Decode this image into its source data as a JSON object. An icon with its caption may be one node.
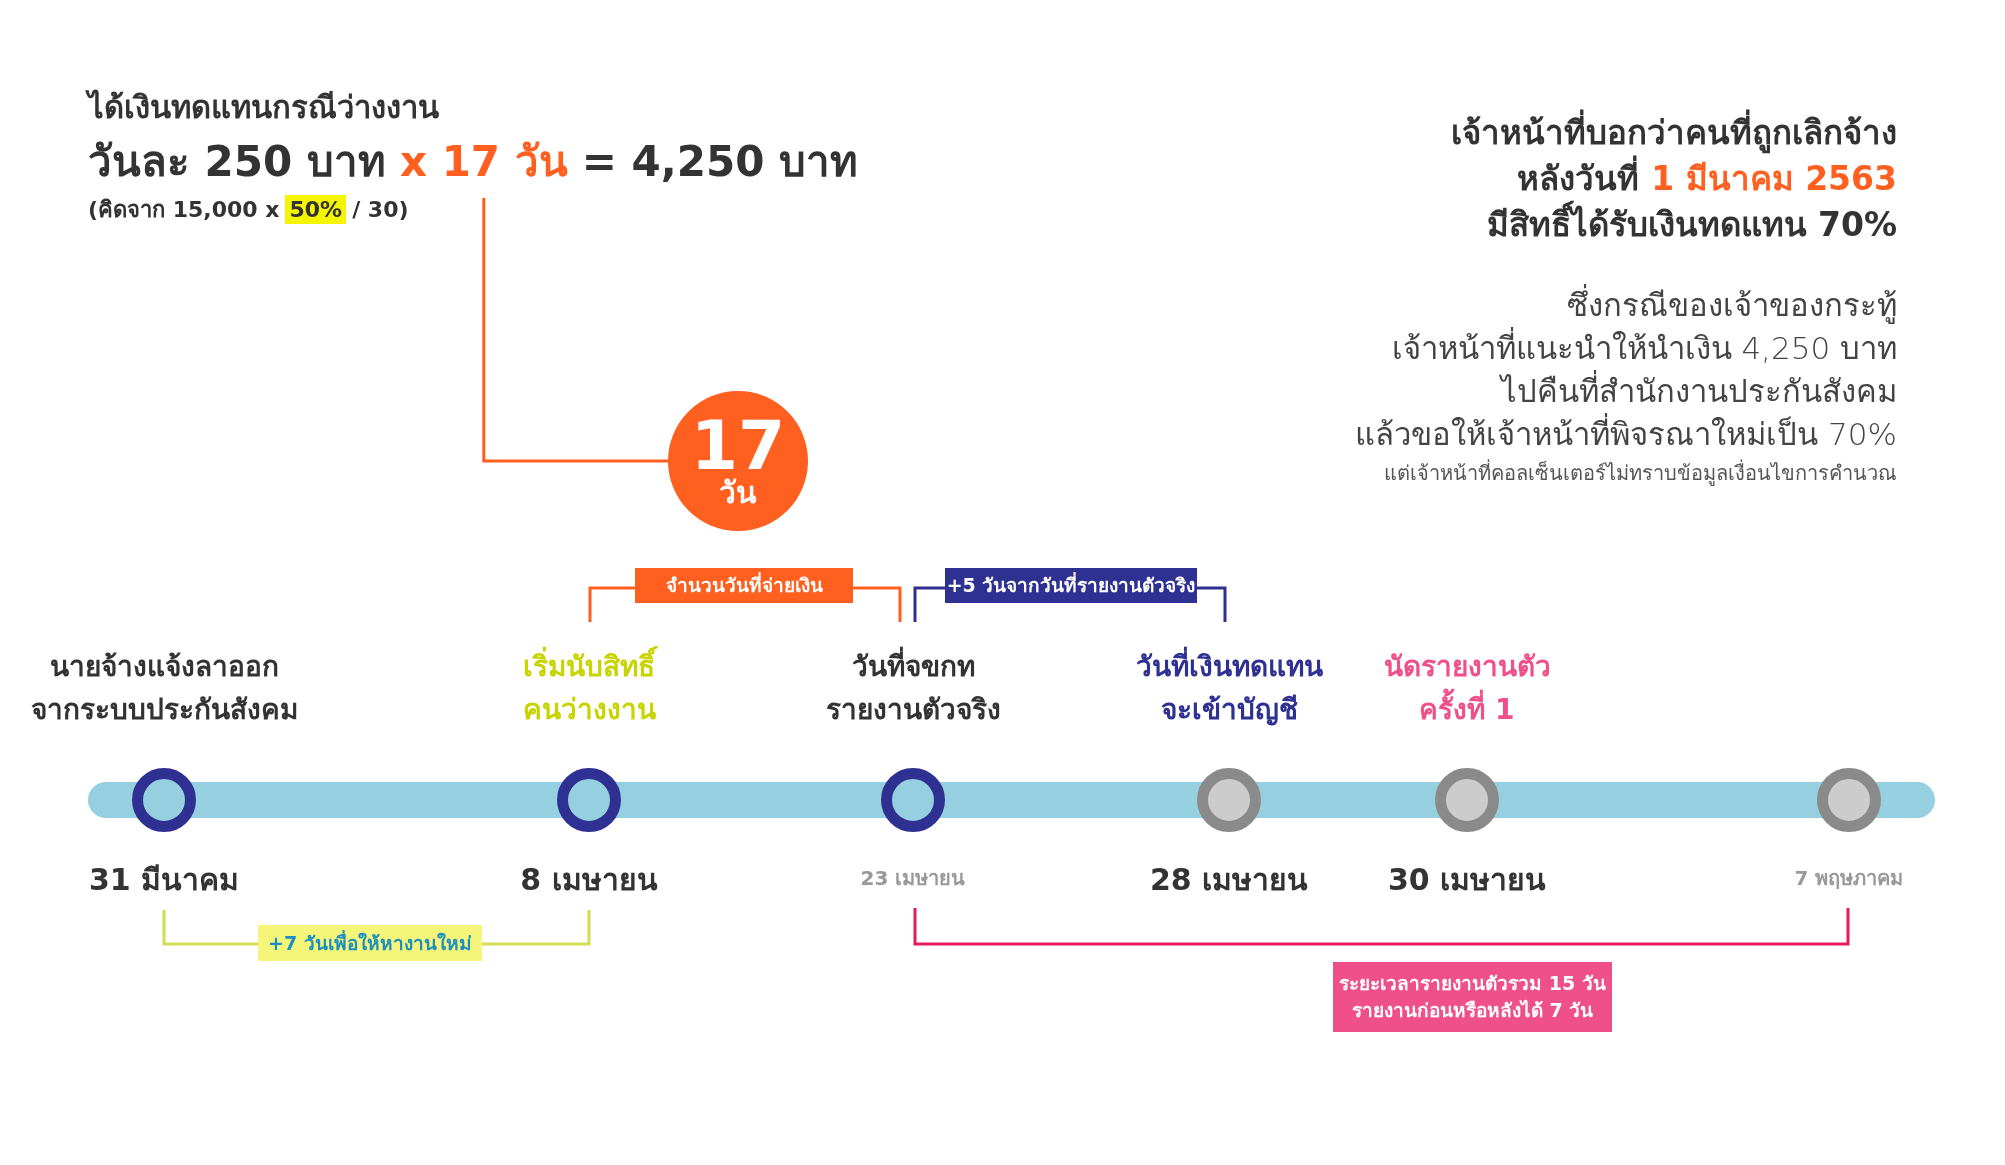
{
  "diagram": {
    "nodes": [
      {
        "text": [
          "x 17 วัน"
        ]
      },
      {
        "text": [
          "17",
          "วัน"
        ]
      },
      {
        "text": [],
        "shape": "circle",
        "beside": [
          "นายจ้างแจ้งลาออก จากระบบประกันสังคม",
          "31 มีนาคม"
        ]
      },
      {
        "text": [],
        "shape": "circle",
        "beside": [
          "เริ่มนับสิทธิ์ คนว่างงาน",
          "8 เมษายน"
        ]
      },
      {
        "text": [],
        "shape": "circle",
        "beside": [
          "วันที่จขกท รายงานตัวจริง",
          "23 เมษายน"
        ]
      },
      {
        "text": [],
        "shape": "circle",
        "beside": [
          "วันที่เงินทดแทน จะเข้าบัญชี",
          "28 เมษายน"
        ]
      },
      {
        "text": [],
        "shape": "circle",
        "beside": [
          "นัดรายงานตัว ครั้งที่ 1",
          "30 เมษายน"
        ]
      },
      {
        "text": [],
        "shape": "circle",
        "beside": [
          "7 พฤษภาคม"
        ]
      },
      {
        "text": [
          "จำนวนวันที่จ่ายเงิน"
        ]
      },
      {
        "text": [
          "+5 วันจากวันที่รายงานตัวจริง"
        ]
      },
      {
        "text": [
          "+7 วันเพื่อให้หางานใหม่"
        ]
      },
      {
        "text": [
          "ระยะเวลารายงานตัวรวม 15 วัน รายงานก่อนหรือหลังได้ 7 วัน"
        ]
      },
      {
        "text": [],
        "shape": "bar"
      }
    ],
    "edges": [
      {
        "from": 0,
        "to": 1,
        "arrow": "none"
      }
    ],
    "labels": [
      "ได้เงินทดแทนกรณีว่างงาน",
      "วันละ 250 บาท",
      "= 4,250 บาท",
      "(คิดจาก 15,000 x",
      "50%",
      "/ 30)",
      "เจ้าหน้าที่บอกว่าคนที่ถูกเลิกจ้าง",
      "หลังวันที่",
      "1 มีนาคม 2563",
      "มีสิทธิ์ได้รับเงินทดแทน 70%",
      "ซึ่งกรณีของเจ้าของกระทู้",
      "เจ้าหน้าที่แนะนำให้นำเงิน 4,250 บาท",
      "ไปคืนที่สำนักงานประกันสังคม",
      "แล้วขอให้เจ้าหน้าที่พิจรณาใหม่เป็น 70%",
      "แต่เจ้าหน้าที่คอลเซ็นเตอร์ไม่ทราบข้อมูลเงื่อนไขการคำนวณ"
    ]
  }
}
